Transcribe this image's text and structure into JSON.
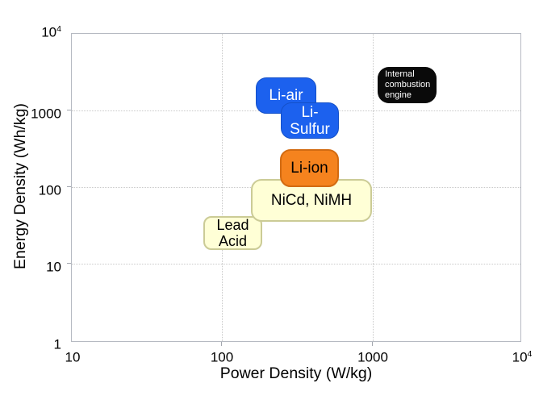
{
  "axes": {
    "x": {
      "title": "Power Density (W/kg)",
      "scale": "log",
      "ticks": [
        {
          "base": "10",
          "sup": ""
        },
        {
          "base": "100",
          "sup": ""
        },
        {
          "base": "1000",
          "sup": ""
        },
        {
          "base": "10",
          "sup": "4"
        }
      ]
    },
    "y": {
      "title": "Energy Density (Wh/kg)",
      "scale": "log",
      "ticks": [
        {
          "base": "10",
          "sup": "4"
        },
        {
          "base": "1000",
          "sup": ""
        },
        {
          "base": "100",
          "sup": ""
        },
        {
          "base": "10",
          "sup": ""
        },
        {
          "base": "1",
          "sup": ""
        }
      ]
    }
  },
  "regions": [
    {
      "label": "Lead Acid",
      "lines": [
        "Lead",
        "Acid"
      ],
      "fill": "#ffffd6",
      "border": "#cbcb96",
      "text_color": "#000000"
    },
    {
      "label": "NiCd, NiMH",
      "fill": "#ffffd6",
      "border": "#cbcb96",
      "text_color": "#000000"
    },
    {
      "label": "Li-ion",
      "fill": "#f5831e",
      "border": "#d26b12",
      "text_color": "#000000"
    },
    {
      "label": "Li-air",
      "fill": "#1c61ee",
      "border": "#1450c8",
      "text_color": "#ffffff"
    },
    {
      "label": "Li-Sulfur",
      "fill": "#1c61ee",
      "border": "#1450c8",
      "text_color": "#ffffff"
    },
    {
      "label": "Internal combustion engine",
      "lines": [
        "Internal",
        "combustion",
        "engine"
      ],
      "fill": "#0a0a0a",
      "text_color": "#ffffff"
    }
  ],
  "chart_data": {
    "type": "scatter",
    "title": "",
    "xlabel": "Power Density (W/kg)",
    "ylabel": "Energy Density (Wh/kg)",
    "xscale": "log",
    "yscale": "log",
    "xlim": [
      10,
      10000
    ],
    "ylim": [
      1,
      10000
    ],
    "grid": true,
    "gridlines_x": [
      100,
      1000
    ],
    "gridlines_y": [
      10,
      100,
      1000
    ],
    "series": [
      {
        "name": "Lead Acid",
        "shape": "rounded-box",
        "x_range_w_per_kg": [
          76,
          188
        ],
        "y_range_wh_per_kg": [
          15,
          43
        ],
        "color": "#ffffd6"
      },
      {
        "name": "NiCd, NiMH",
        "shape": "rounded-box",
        "x_range_w_per_kg": [
          158,
          1010
        ],
        "y_range_wh_per_kg": [
          36,
          129
        ],
        "color": "#ffffd6"
      },
      {
        "name": "Li-ion",
        "shape": "rounded-box",
        "x_range_w_per_kg": [
          248,
          610
        ],
        "y_range_wh_per_kg": [
          100,
          313
        ],
        "color": "#f5831e"
      },
      {
        "name": "Li-air",
        "shape": "rounded-box",
        "x_range_w_per_kg": [
          170,
          430
        ],
        "y_range_wh_per_kg": [
          900,
          2660
        ],
        "color": "#1c61ee"
      },
      {
        "name": "Li-Sulfur",
        "shape": "rounded-box",
        "x_range_w_per_kg": [
          250,
          610
        ],
        "y_range_wh_per_kg": [
          430,
          1260
        ],
        "color": "#1c61ee"
      },
      {
        "name": "Internal combustion engine",
        "shape": "rounded-box",
        "x_range_w_per_kg": [
          1100,
          2720
        ],
        "y_range_wh_per_kg": [
          1230,
          3640
        ],
        "color": "#0a0a0a"
      }
    ]
  }
}
